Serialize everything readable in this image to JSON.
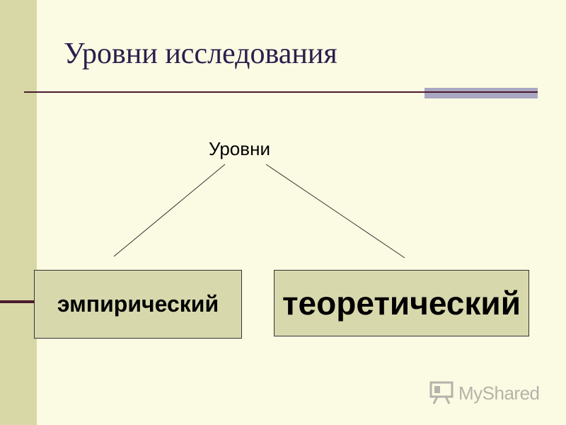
{
  "title": "Уровни исследования",
  "diagram": {
    "root": "Уровни",
    "children": [
      "эмпирический",
      "теоретический"
    ]
  },
  "watermark": "MyShared",
  "colors": {
    "background": "#fbfbe3",
    "left_bar": "#d7d8a6",
    "box_fill": "#d8d8ad",
    "title_text": "#2a1e4e",
    "rule_dark": "#4a1a2e",
    "rule_accent": "#a9a7c2"
  },
  "icons": [
    "presentation-board-icon"
  ]
}
